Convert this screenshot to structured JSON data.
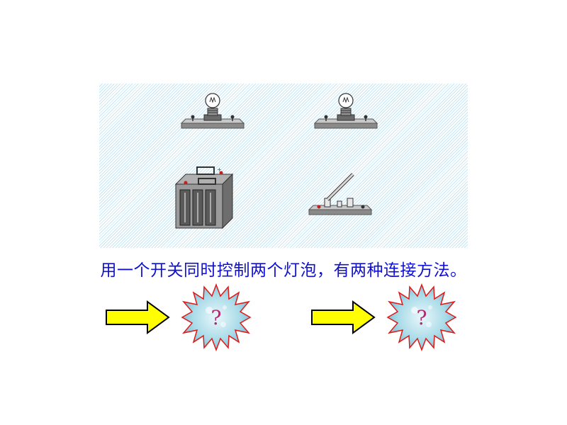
{
  "caption": "用一个开关同时控制两个灯泡，有两种连接方法。",
  "diagram": {
    "components": [
      {
        "name": "bulb-1",
        "icon": "light-bulb-icon"
      },
      {
        "name": "bulb-2",
        "icon": "light-bulb-icon"
      },
      {
        "name": "battery",
        "icon": "battery-icon"
      },
      {
        "name": "switch",
        "icon": "knife-switch-icon"
      }
    ]
  },
  "answers": [
    {
      "label": "?",
      "icon": "starburst-icon"
    },
    {
      "label": "?",
      "icon": "starburst-icon"
    }
  ],
  "colors": {
    "caption": "#1010d0",
    "arrow_fill": "#ffff00",
    "starburst_border": "#e01818",
    "question_mark": "#b02c6e"
  }
}
